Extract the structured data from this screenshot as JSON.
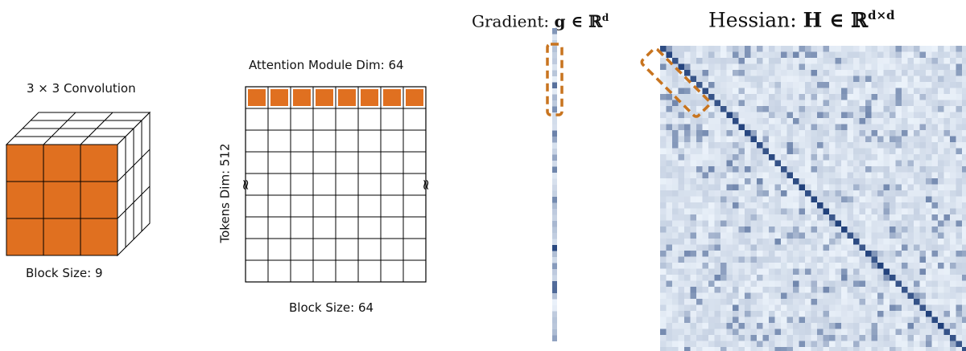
{
  "convolution": {
    "title": "3 × 3 Convolution",
    "footer": "Block Size: 9"
  },
  "attention": {
    "title": "Attention Module Dim: 64",
    "side_label": "Tokens Dim: 512",
    "footer": "Block Size: 64",
    "break_symbol": "≈"
  },
  "gradient": {
    "title_word": "Gradient:",
    "title_math": "g ∈ ℝ",
    "title_sup": "d"
  },
  "hessian": {
    "title_word": "Hessian:",
    "title_math": "H ∈ ℝ",
    "title_sup": "d×d"
  },
  "colors": {
    "orange": "#e07020",
    "dash_orange": "#c8741f",
    "blue_dark": "#1f3f7a",
    "blue_light": "#dbe8f4"
  }
}
